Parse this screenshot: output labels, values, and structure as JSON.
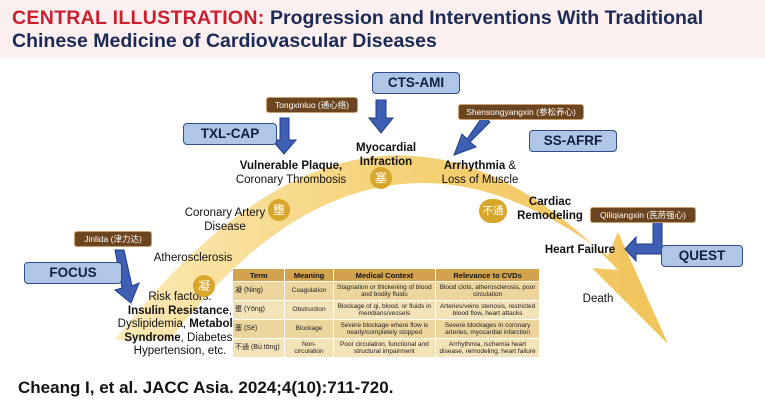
{
  "header": {
    "label": "CENTRAL ILLUSTRATION:",
    "title": "Progression and Interventions With Traditional Chinese Medicine of Cardiovascular Diseases"
  },
  "stages": {
    "risk_heading": "Risk factors:",
    "insulin": "Insulin Resistance",
    "dyslipidemia": "Dyslipidemia,",
    "metabolic": "Metabolic",
    "syndrome": "Syndrome",
    "diabetes": ", Diabetes,",
    "hypertension": "Hypertension, etc.",
    "atherosclerosis": "Atherosclerosis",
    "cad_line1": "Coronary Artery",
    "cad_line2": "Disease",
    "vulnerable": "Vulnerable Plaque,",
    "thrombosis": "Coronary Thrombosis",
    "mi_line1": "Myocardial",
    "mi_line2": "Infraction",
    "arrhythmia": "Arrhythmia",
    "arrhythmia_amp": " &",
    "loss": "Loss of Muscle",
    "remodel_line1": "Cardiac",
    "remodel_line2": "Remodeling",
    "heart_failure": "Heart Failure",
    "death": "Death"
  },
  "coins": {
    "ning": "凝",
    "yong": "壅",
    "se": "塞",
    "butong": "不通"
  },
  "medicines": {
    "jinlida": "Jinlida (津力达)",
    "tongxinluo": "Tongxinluo (通心络)",
    "shensong": "Shensongyangxin (参松养心)",
    "qiliqiang": "Qiliqiangxin (芪苈强心)"
  },
  "trials": {
    "focus": "FOCUS",
    "txl_cap": "TXL-CAP",
    "cts_ami": "CTS-AMI",
    "ss_afrf": "SS-AFRF",
    "quest": "QUEST"
  },
  "table": {
    "headers": [
      "Term",
      "Meaning",
      "Medical Context",
      "Relevance to CVDs"
    ],
    "rows": [
      [
        "凝 (Ning)",
        "Coagulation",
        "Stagnation or thickening of blood and bodily fluids",
        "Blood clots, atherosclerosis, poor circulation"
      ],
      [
        "壅 (Yōng)",
        "Obstruction",
        "Blockage of qi, blood, or fluids in meridians/vessels",
        "Arteries/veins stenosis, restricted blood flow, heart attacks"
      ],
      [
        "塞 (Sè)",
        "Blockage",
        "Severe blockage where flow is nearly/completely stopped",
        "Severe blockages in coronary arteries, myocardial infarction"
      ],
      [
        "不通 (Bù tōng)",
        "Non-circulation",
        "Poor circulation, functional and structural impairment",
        "Arrhythmia, ischemia heart disease, remodeling, heart failure"
      ]
    ]
  },
  "citation": "Cheang I, et al. JACC Asia. 2024;4(10):711-720.",
  "colors": {
    "title_red": "#c8202f",
    "title_navy": "#1c2b55",
    "arc_gold": "#f5d78a",
    "coin_gold": "#d9a62c",
    "pill_brown": "#6b4420",
    "trial_blue": "#afc6e6",
    "arrow_blue": "#3f5fb4"
  }
}
